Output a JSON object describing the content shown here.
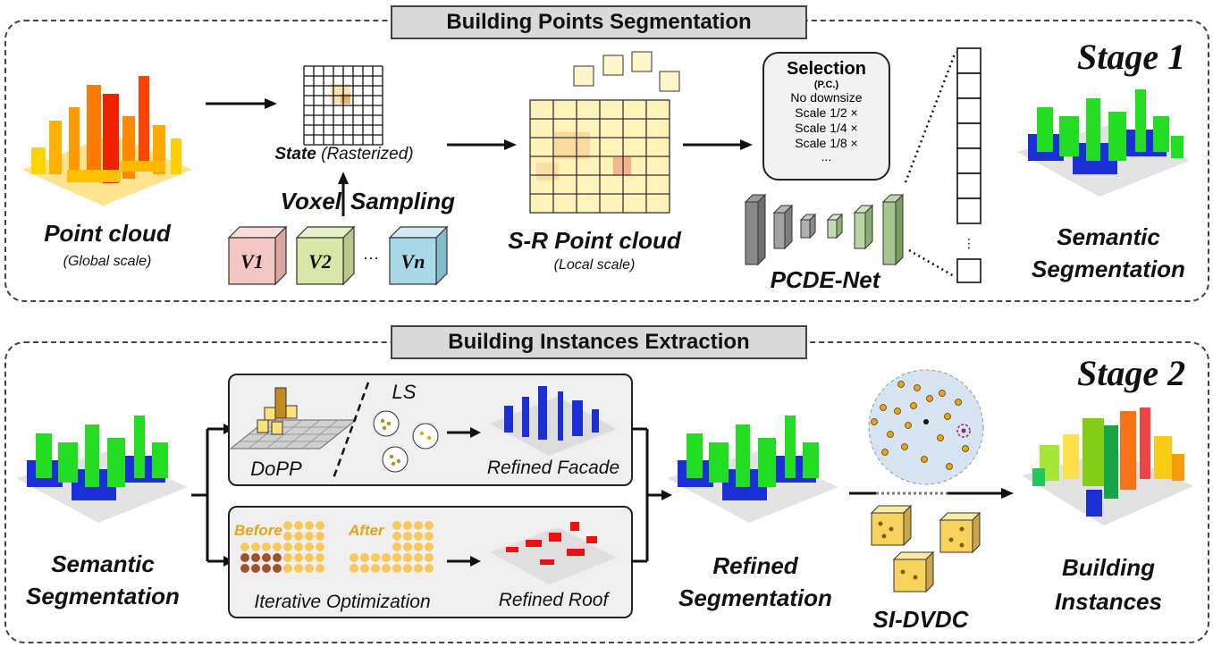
{
  "stage1": {
    "section_title": "Building Points Segmentation",
    "stage_label": "Stage 1",
    "point_cloud_label": "Point cloud",
    "point_cloud_sub": "(Global scale)",
    "state_label_bold": "State",
    "state_label_rest": "(Rasterized)",
    "voxel_label": "Voxel",
    "sampling_label": "Sampling",
    "voxels": [
      "V1",
      "V2",
      "Vn"
    ],
    "ellipsis": "···",
    "sr_label": "S-R Point cloud",
    "sr_sub": "(Local scale)",
    "selection": {
      "title": "Selection",
      "subtitle": "(P.C.)",
      "options": [
        "No downsize",
        "Scale 1/2 ×",
        "Scale 1/4 ×",
        "Scale 1/8 ×",
        "..."
      ]
    },
    "net_label": "PCDE-Net",
    "semantic_label_1": "Semantic",
    "semantic_label_2": "Segmentation"
  },
  "stage2": {
    "section_title": "Building Instances Extraction",
    "stage_label": "Stage 2",
    "semantic_label_1": "Semantic",
    "semantic_label_2": "Segmentation",
    "dopp_label": "DoPP",
    "ls_label": "LS",
    "refined_facade_label": "Refined Facade",
    "before_label": "Before",
    "after_label": "After",
    "iterative_label": "Iterative Optimization",
    "refined_roof_label": "Refined Roof",
    "refined_seg_1": "Refined",
    "refined_seg_2": "Segmentation",
    "sidvdc_label": "SI-DVDC",
    "instances_1": "Building",
    "instances_2": "Instances"
  },
  "colors": {
    "v1": "#f4c7c3",
    "v2": "#d8e7a8",
    "vn": "#a9d8ea",
    "semantic_green": "#22dd22",
    "semantic_blue": "#1b2fd6",
    "orange_accent": "#e8a317"
  }
}
